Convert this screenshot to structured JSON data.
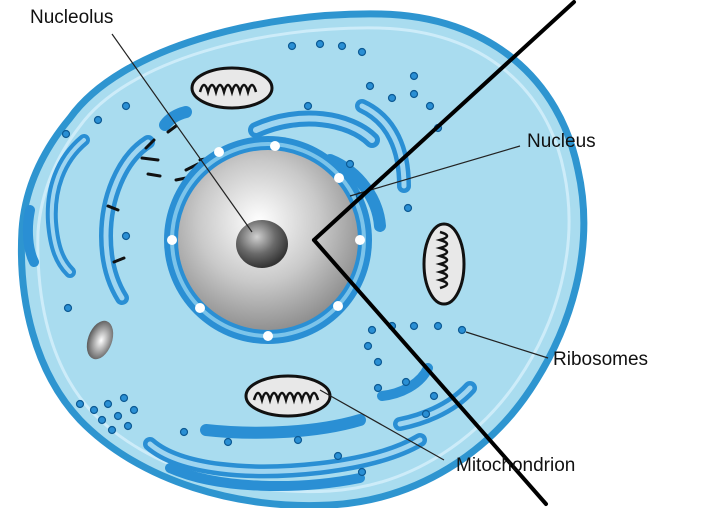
{
  "labels": {
    "nucleolus": "Nucleolus",
    "nucleus": "Nucleus",
    "ribosomes": "Ribosomes",
    "mitochondrion": "Mitochondrion"
  },
  "colors": {
    "cytoplasm": "#a9dcef",
    "membrane": "#3aa0d8",
    "organelle_blue": "#2a8fd4",
    "nucleus_gray": "#b8b8b8",
    "nucleolus_gray": "#555555",
    "label_text": "#111111"
  },
  "icons": [
    "cell-diagram",
    "nucleus-icon",
    "nucleolus-icon",
    "mitochondrion-icon",
    "ribosome-dot",
    "endoplasmic-reticulum",
    "vacuole-icon"
  ]
}
